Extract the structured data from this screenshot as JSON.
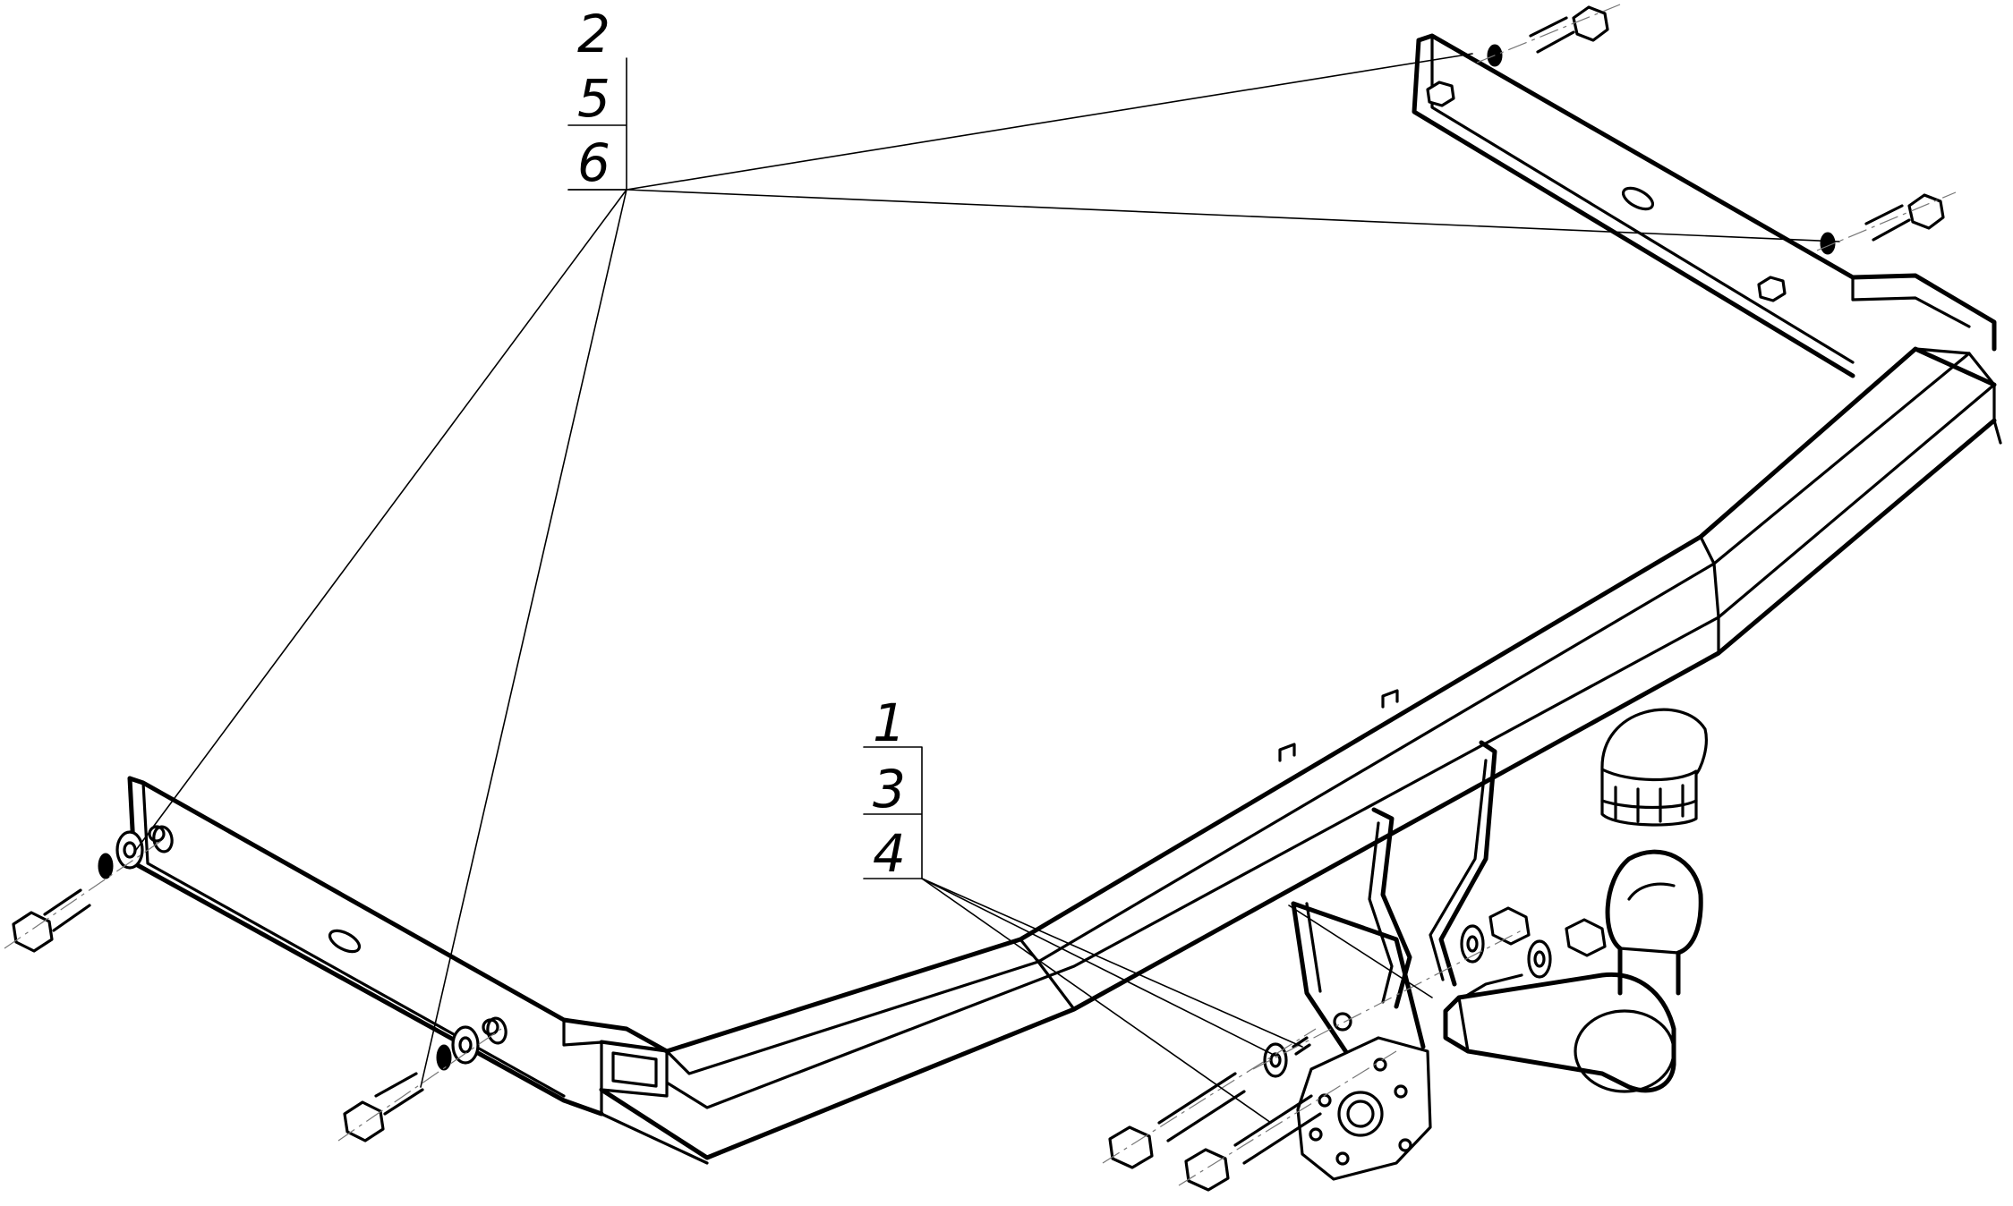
{
  "callouts": {
    "upper": {
      "labels": [
        "2",
        "5",
        "6"
      ]
    },
    "lower": {
      "labels": [
        "1",
        "3",
        "4"
      ]
    }
  }
}
